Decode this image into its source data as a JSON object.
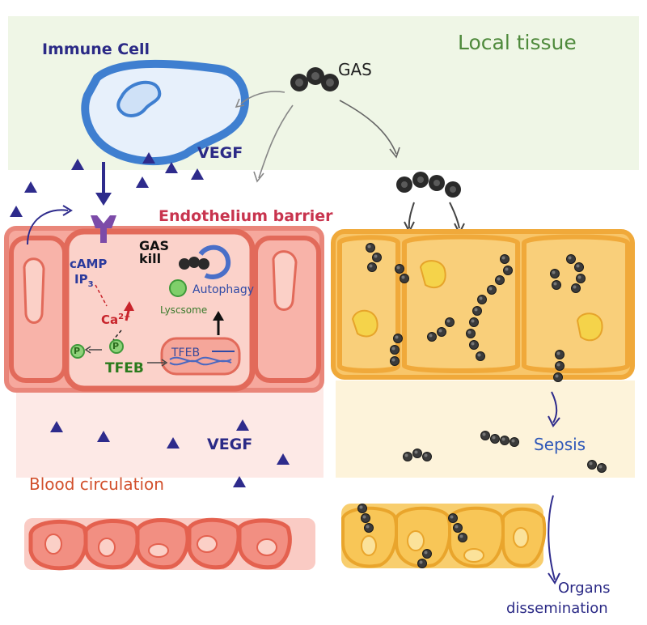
{
  "labels": {
    "local_tissue": "Local tissue",
    "immune_cell": "Immune Cell",
    "gas": "GAS",
    "vegf_top": "VEGF",
    "endothelium_barrier": "Endothelium barrier",
    "gas_kill": "GAS\nkill",
    "camp": "cAMP",
    "ip3_base": "IP",
    "ip3_sub": "3",
    "autophagy": "Autophagy",
    "lyscsome": "Lyscsome",
    "ca_base": "Ca",
    "ca_sup": "2+",
    "tfeb_left": "TFEB",
    "tfeb_nucleus": "TFEB",
    "phospho": "P",
    "vegf_bottom": "VEGF",
    "sepsis": "Sepsis",
    "blood_circulation": "Blood circulation",
    "organs": "Organs",
    "dissemination": "dissemination"
  },
  "colors": {
    "endothelium": "#f08a7e",
    "endothelium_dark": "#e26a5a",
    "infected_tissue": "#f6b94a",
    "nucleus_yellow": "#f5d34a",
    "immune_blue": "#3f7fd0",
    "vegf_purple": "#2e2b8c",
    "bacteria": "#3a3a3a",
    "green_wash": "#dcebc8"
  }
}
